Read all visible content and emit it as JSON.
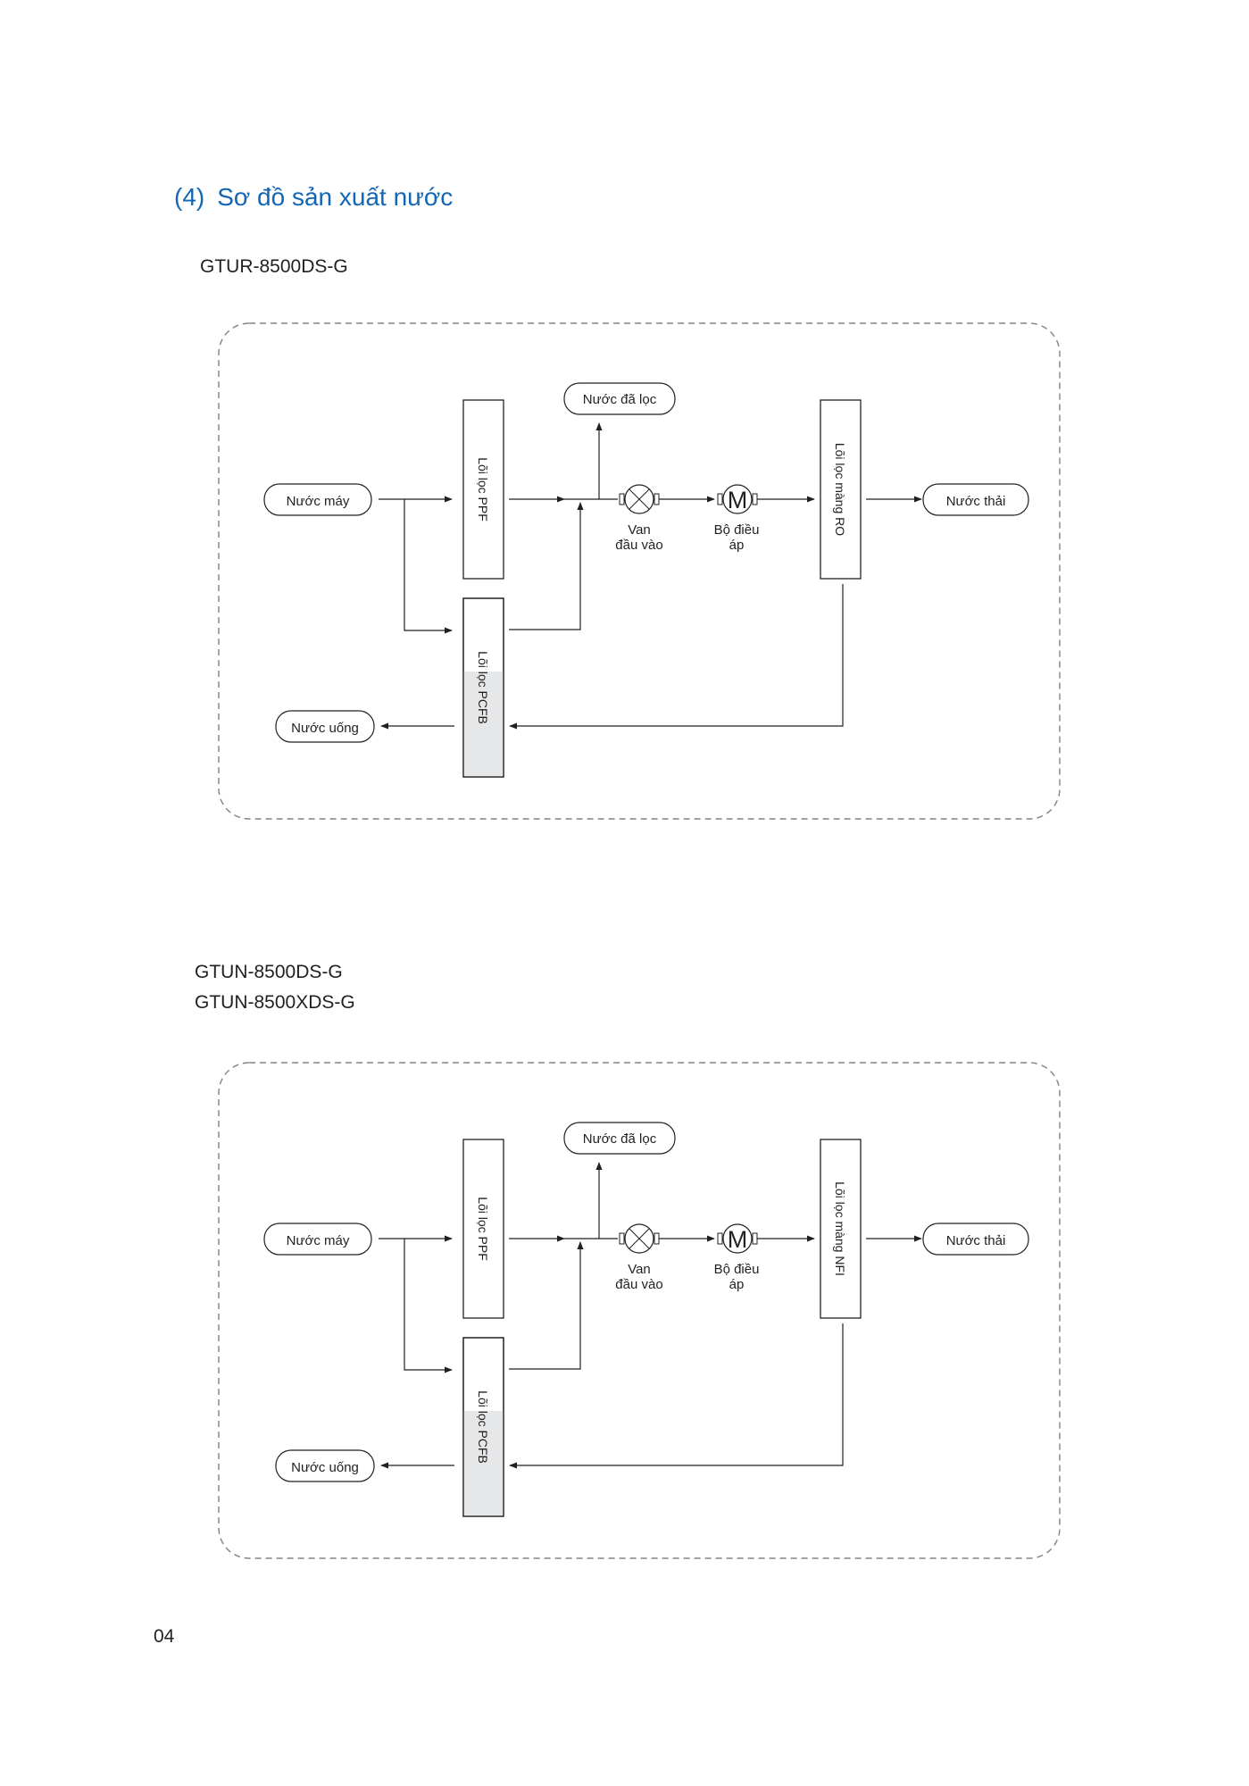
{
  "heading": {
    "number": "(4)",
    "title": "Sơ đồ sản xuất nước"
  },
  "diagrams": [
    {
      "models": [
        "GTUR-8500DS-G"
      ],
      "tap_water": "Nước máy",
      "ppf_filter": "Lõi lọc PPF",
      "pcfb_filter": "Lõi lọc PCFB",
      "filtered_water": "Nước đã lọc",
      "valve_line1": "Van",
      "valve_line2": "đầu vào",
      "pump_line1": "Bộ điều",
      "pump_line2": "áp",
      "pump_symbol": "M",
      "membrane_filter": "Lõi lọc màng RO",
      "waste_water": "Nước thải",
      "drinking_water": "Nước uống"
    },
    {
      "models": [
        "GTUN-8500DS-G",
        "GTUN-8500XDS-G"
      ],
      "tap_water": "Nước máy",
      "ppf_filter": "Lõi lọc PPF",
      "pcfb_filter": "Lõi lọc PCFB",
      "filtered_water": "Nước đã lọc",
      "valve_line1": "Van",
      "valve_line2": "đầu vào",
      "pump_line1": "Bộ điều",
      "pump_line2": "áp",
      "pump_symbol": "M",
      "membrane_filter": "Lõi lọc màng NFI",
      "waste_water": "Nước thải",
      "drinking_water": "Nước uống"
    }
  ],
  "page_number": "04",
  "colors": {
    "heading": "#1366b3",
    "line": "#231f20",
    "pcfb_fill": "#e6e7e8",
    "frame": "#808285"
  }
}
